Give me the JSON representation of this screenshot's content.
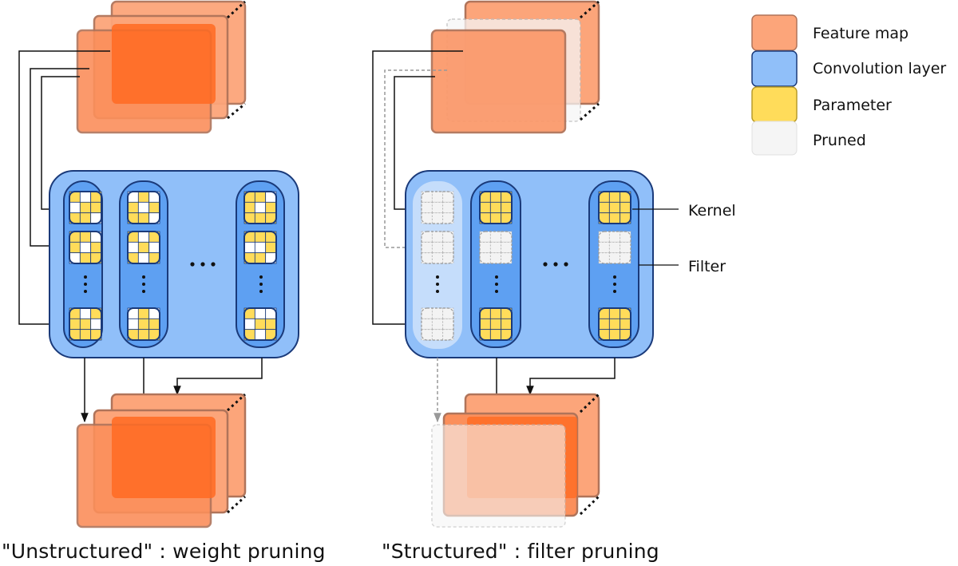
{
  "legend": {
    "feature_map": {
      "label": "Feature map",
      "color": "#fca57a"
    },
    "convolution_layer": {
      "label": "Convolution layer",
      "color": "#90bff9"
    },
    "parameter": {
      "label": "Parameter",
      "color": "#ffdc5a"
    },
    "pruned": {
      "label": "Pruned",
      "color": "#f5f5f5"
    }
  },
  "annotations": {
    "kernel": "Kernel",
    "filter": "Filter"
  },
  "captions": {
    "unstructured": "\"Unstructured\" : weight pruning",
    "structured": "\"Structured\" : filter pruning"
  },
  "colors": {
    "feature_map_light": "#fca57a",
    "feature_map_dark": "#ff6a22",
    "conv_layer": "#90bff9",
    "filter": "#5ea0f2",
    "parameter": "#ffdc5a",
    "pruned": "#f3f3f3",
    "outline": "#1a3a7a"
  }
}
